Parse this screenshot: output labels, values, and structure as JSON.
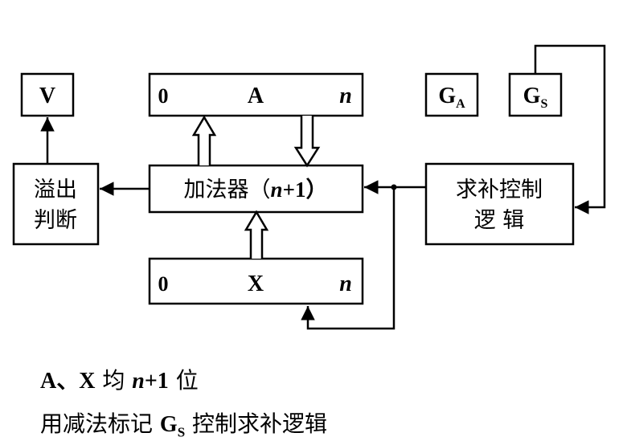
{
  "boxes": {
    "v": "V",
    "a_left": "0",
    "a_mid": "A",
    "a_right": "n",
    "ga_main": "G",
    "ga_sub": "A",
    "gs_main": "G",
    "gs_sub": "S",
    "overflow_line1": "溢出",
    "overflow_line2": "判断",
    "adder_text": "加法器（",
    "adder_n": "n",
    "adder_rest": "+1）",
    "comp_line1": "求补控制",
    "comp_line2": "逻 辑",
    "x_left": "0",
    "x_mid": "X",
    "x_right": "n"
  },
  "captions": {
    "line1_a": "A、X",
    "line1_b": " 均 ",
    "line1_n": "n",
    "line1_c": "+1",
    "line1_d": " 位",
    "line2_a": "用减法标记 ",
    "line2_g": "G",
    "line2_s": "S",
    "line2_b": " 控制求补逻辑"
  }
}
